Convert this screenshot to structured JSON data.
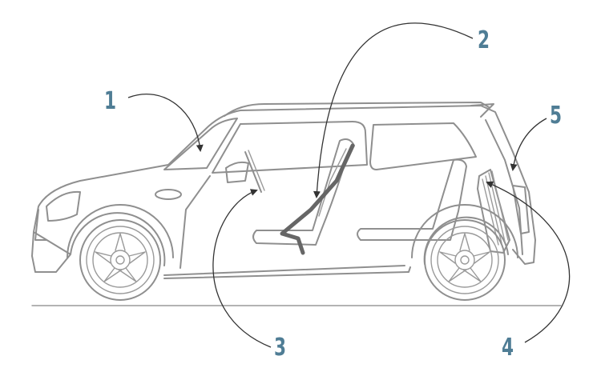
{
  "labels": {
    "l1": "1",
    "l2": "2",
    "l3": "3",
    "l4": "4",
    "l5": "5"
  },
  "colors": {
    "label": "#4f7d95",
    "outline": "#8f8f8f",
    "callout": "#333333",
    "belt": "#666666"
  }
}
